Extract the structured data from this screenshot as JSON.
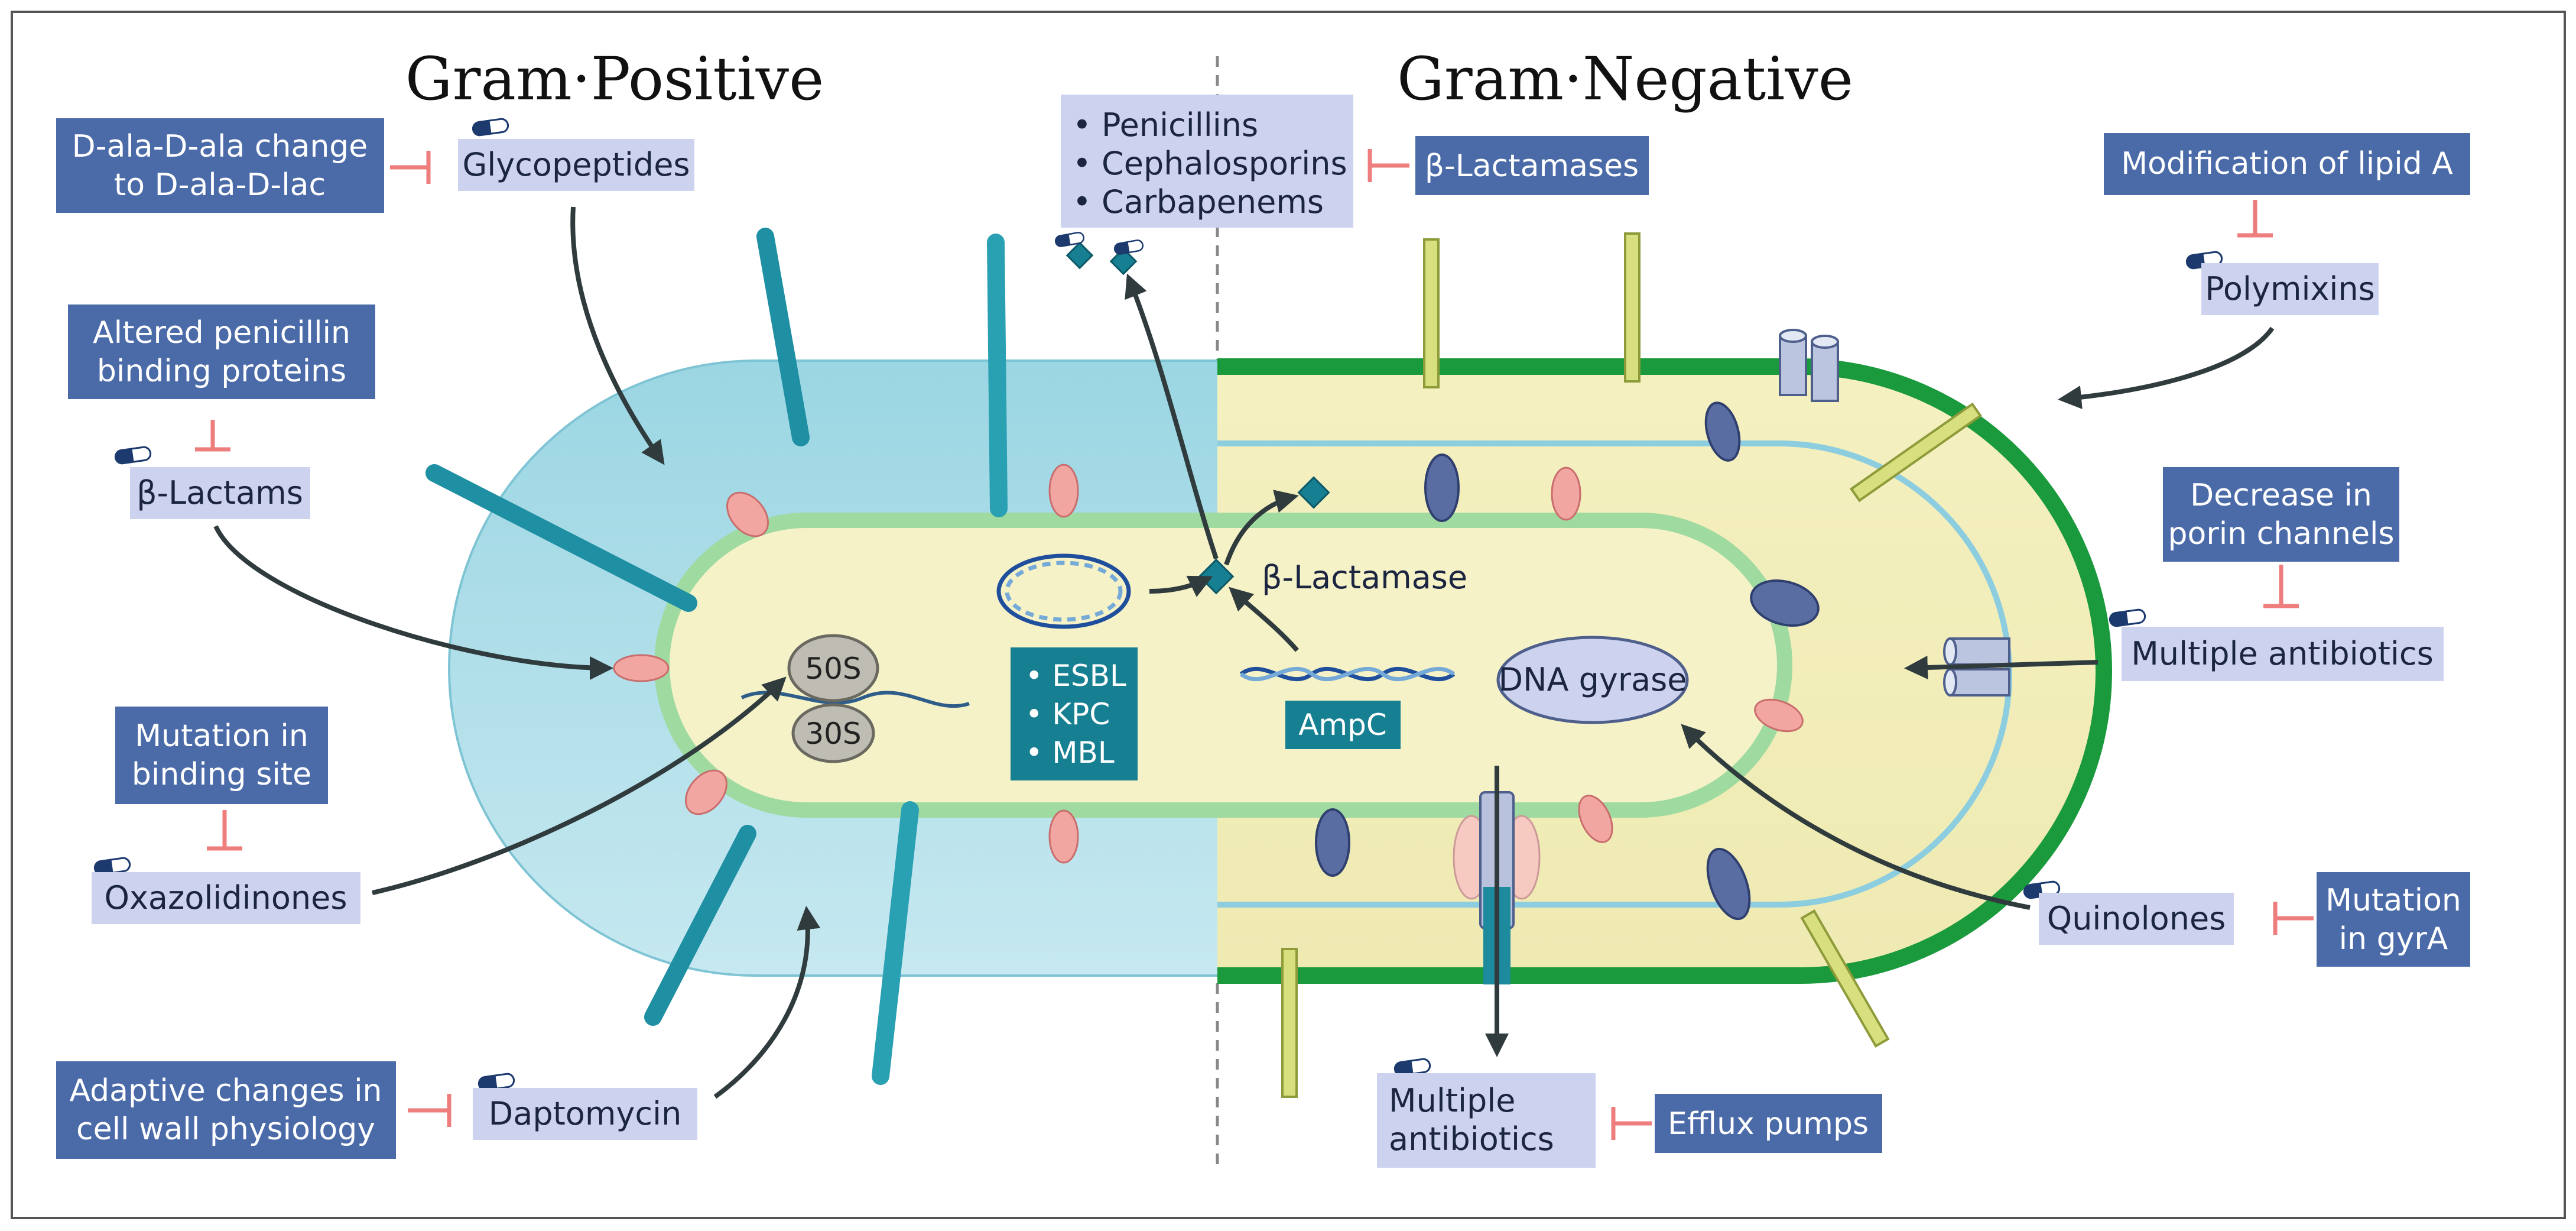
{
  "titles": {
    "gram_positive": "Gram·Positive",
    "gram_negative": "Gram·Negative"
  },
  "gram_positive": {
    "dala_change": {
      "line1": "D-ala-D-ala change",
      "line2": "to D-ala-D-lac"
    },
    "glycopeptides": "Glycopeptides",
    "altered_pbp": {
      "line1": "Altered penicillin",
      "line2": "binding proteins"
    },
    "beta_lactams": "β-Lactams",
    "mutation_binding_site": {
      "line1": "Mutation in",
      "line2": "binding site"
    },
    "oxazolidinones": "Oxazolidinones",
    "adaptive_changes": {
      "line1": "Adaptive changes in",
      "line2": "cell wall physiology"
    },
    "daptomycin": "Daptomycin",
    "ribosome": {
      "large": "50S",
      "small": "30S"
    },
    "plasmid_genes": [
      "• ESBL",
      "• KPC",
      "• MBL"
    ]
  },
  "center": {
    "antibiotic_list": [
      "• Penicillins",
      "• Cephalosporins",
      "• Carbapenems"
    ],
    "beta_lactamases": "β-Lactamases",
    "beta_lactamase": "β-Lactamase",
    "ampc": "AmpC"
  },
  "gram_negative": {
    "lipid_a": "Modification of lipid A",
    "polymixins": "Polymixins",
    "porin_decrease": {
      "line1": "Decrease in",
      "line2": "porin channels"
    },
    "multiple_antibiotics_right": "Multiple antibiotics",
    "dna_gyrase": "DNA gyrase",
    "quinolones": "Quinolones",
    "mutation_gyra": {
      "line1": "Mutation",
      "line2": "in gyrA"
    },
    "multiple_antibiotics_bottom": {
      "line1": "Multiple",
      "line2": "antibiotics"
    },
    "efflux_pumps": "Efflux pumps"
  },
  "colors": {
    "gram_positive_wall": "#a3dbe6",
    "gram_negative_wall": "#1a9a3c",
    "cytoplasm": "#f6f2c8",
    "membrane": "#9fdaa0",
    "resistance_box": "#4a6aa8",
    "drug_box": "#cdd3ee",
    "teal": "#167f91",
    "inhibition": "#ee7d7d"
  }
}
